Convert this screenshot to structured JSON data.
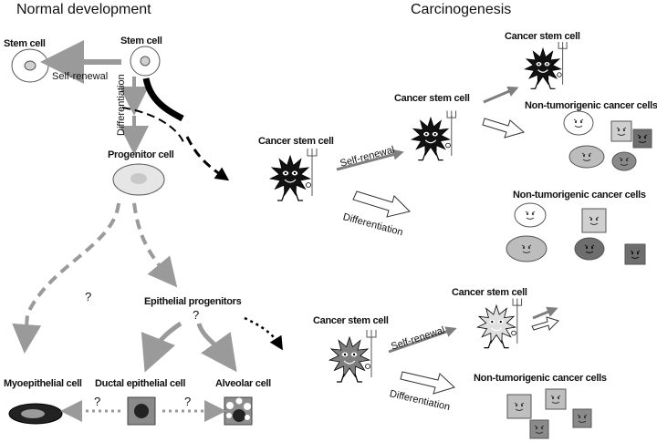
{
  "headings": {
    "normal": "Normal development",
    "carcinogenesis": "Carcinogenesis"
  },
  "normal": {
    "stem_cell_left": "Stem cell",
    "stem_cell_top": "Stem cell",
    "self_renewal": "Self-renewal",
    "differentiation": "Differentiation",
    "progenitor_cell": "Progenitor cell",
    "epithelial_progenitors": "Epithelial progenitors",
    "myoepithelial_cell": "Myoepithelial cell",
    "ductal_epithelial_cell": "Ductal epithelial cell",
    "alveolar_cell": "Alveolar cell",
    "question_left": "?",
    "question_epi": "?",
    "question_ductal_left": "?",
    "question_ductal_right": "?"
  },
  "carcino_top": {
    "cancer_stem_cell_left": "Cancer stem cell",
    "cancer_stem_cell_mid": "Cancer stem cell",
    "cancer_stem_cell_right": "Cancer stem cell",
    "self_renewal": "Self-renewal",
    "differentiation": "Differentiation",
    "non_tumorigenic_1": "Non-tumorigenic cancer cells",
    "non_tumorigenic_2": "Non-tumorigenic cancer cells"
  },
  "carcino_bottom": {
    "cancer_stem_cell_left": "Cancer stem cell",
    "cancer_stem_cell_right": "Cancer stem cell",
    "self_renewal": "Self-renewal",
    "differentiation": "Differentiation",
    "non_tumorigenic": "Non-tumorigenic cancer cells"
  },
  "colors": {
    "arrow_gray": "#9a9a9a",
    "dark_arrow": "#000000",
    "cell_light": "#e6e6e6",
    "cell_mid": "#bdbdbd",
    "cell_dark": "#8a8a8a"
  }
}
